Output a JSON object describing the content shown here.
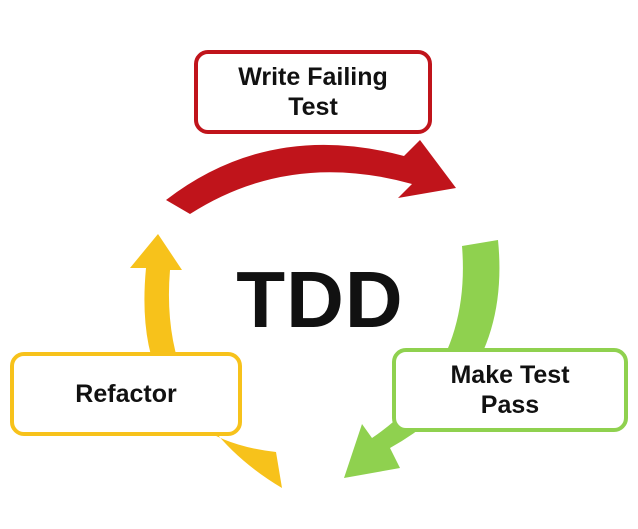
{
  "diagram": {
    "center_label": "TDD",
    "stages": [
      {
        "label": "Write Failing\nTest",
        "color": "#c0141b"
      },
      {
        "label": "Make Test\nPass",
        "color": "#8fd14f"
      },
      {
        "label": "Refactor",
        "color": "#f7c21b"
      }
    ],
    "flow": [
      "Write Failing Test",
      "Make Test Pass",
      "Refactor",
      "Write Failing Test"
    ]
  }
}
